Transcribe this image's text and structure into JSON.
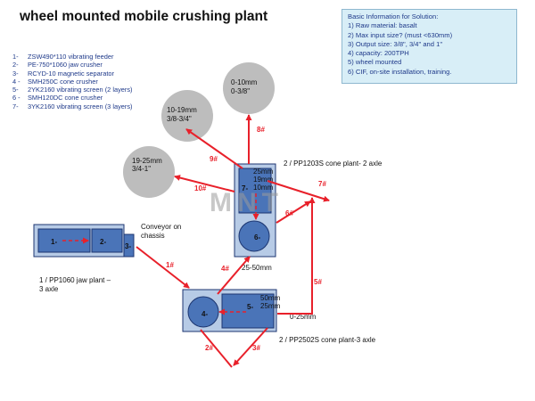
{
  "title": "wheel mounted mobile crushing plant",
  "equipment_list": [
    {
      "num": "1-",
      "text": "ZSW490*110 vibrating feeder"
    },
    {
      "num": "2-",
      "text": "PE-750*1060 jaw crusher"
    },
    {
      "num": "3-",
      "text": "RCYD-10 magnetic separator"
    },
    {
      "num": "4 -",
      "text": "SMH250C cone crusher"
    },
    {
      "num": "5-",
      "text": "2YK2160 vibrating screen (2 layers)"
    },
    {
      "num": "6 -",
      "text": "SMH120DC cone crusher"
    },
    {
      "num": "7-",
      "text": "3YK2160 vibrating screen (3 layers)"
    }
  ],
  "basic_info": {
    "heading": "Basic Information for Solution:",
    "lines": [
      "1) Raw material: basalt",
      "2) Max input size?  (must <630mm)",
      "3) Output size: 3/8\", 3/4\" and 1\"",
      "4) capacity: 200TPH",
      "5) wheel mounted",
      "6) CIF, on-site installation, training."
    ]
  },
  "products": {
    "p1_line1": "0-10mm",
    "p1_line2": "0-3/8\"",
    "p2_line1": "10-19mm",
    "p2_line2": "3/8-3/4\"",
    "p3_line1": "19-25mm",
    "p3_line2": "3/4-1\""
  },
  "plants": {
    "jaw_label_line1": "1 / PP1060 jaw plant –",
    "jaw_label_line2": "3 axle",
    "cone2_label": "2 / PP1203S cone plant- 2 axle",
    "cone3_label": "2 / PP2502S cone plant-3 axle",
    "conveyor_line1": "Conveyor on",
    "conveyor_line2": "chassis"
  },
  "units": {
    "u1": "1-",
    "u2": "2-",
    "u3": "3-",
    "u4": "4-",
    "u5": "5-",
    "u6": "6-",
    "u7": "7-"
  },
  "screen_sizes": {
    "s7_a": "25mm",
    "s7_b": "19mm",
    "s7_c": "10mm",
    "s5_a": "50mm",
    "s5_b": "25mm",
    "range_25_50": "25-50mm",
    "range_0_25": "0-25mm"
  },
  "flows": {
    "f1": "1#",
    "f2": "2#",
    "f3": "3#",
    "f4": "4#",
    "f5": "5#",
    "f6": "6#",
    "f7": "7#",
    "f8": "8#",
    "f9": "9#",
    "f10": "10#"
  },
  "watermark": "MNT",
  "colors": {
    "unit_fill": "#4a74b8",
    "unit_stroke": "#1c3570",
    "frame_fill": "#b7cbe6",
    "pile_fill": "#bdbdbd",
    "arrow": "#e8202a",
    "text_blue": "#1f3a8a",
    "infobox_bg": "#d8eef7"
  }
}
